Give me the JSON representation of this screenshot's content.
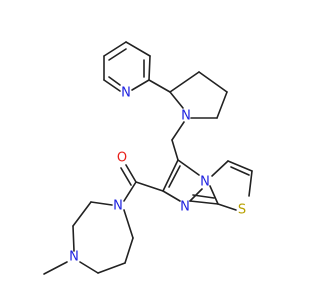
{
  "colors": {
    "background": "#ffffff",
    "bond": "#222222",
    "carbon_label": "#222222",
    "nitrogen": "#1f22e0",
    "oxygen": "#e8201a",
    "sulfur": "#b8a100"
  },
  "atom_labels": {
    "pyridine_n": "N",
    "pyrrolidine_n": "N",
    "imidazole_bridge_n": "N",
    "imidazole_n": "N",
    "thiazole_s": "S",
    "carbonyl_o": "O",
    "diazepane_n_amide": "N",
    "diazepane_n_methyl": "N"
  }
}
